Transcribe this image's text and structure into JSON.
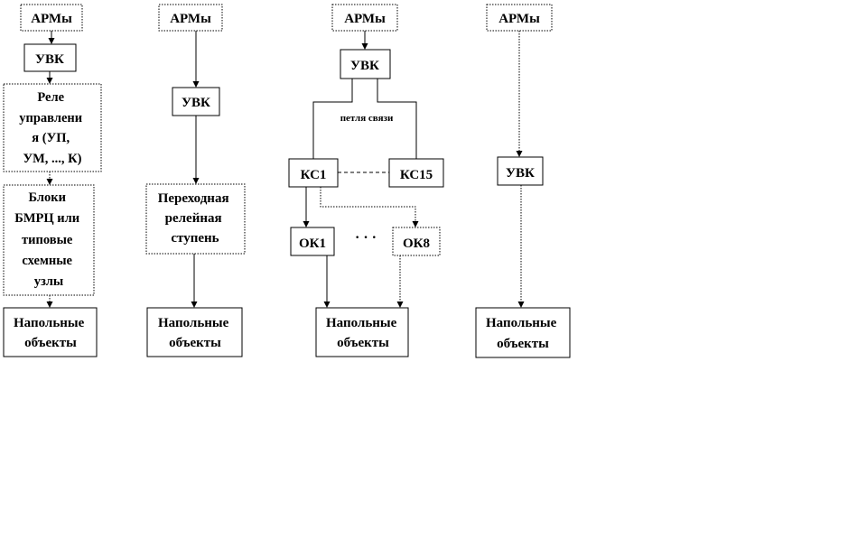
{
  "nodes": {
    "col1": {
      "arm": "АРМы",
      "uvk": "УВК",
      "relay": [
        "Реле",
        "управлени",
        "я (УП,",
        "УМ, ...,  К)"
      ],
      "blocks": [
        "Блоки",
        "БМРЦ или",
        "типовые",
        "схемные",
        "узлы"
      ],
      "floor": [
        "Напольные",
        "объекты"
      ]
    },
    "col2": {
      "arm": "АРМы",
      "uvk": "УВК",
      "transition": [
        "Переходная",
        "релейная",
        "ступень"
      ],
      "floor": [
        "Напольные",
        "объекты"
      ]
    },
    "col3": {
      "arm": "АРМы",
      "uvk": "УВК",
      "loop_label": "петля связи",
      "ks1": "КС1",
      "ks15": "КС15",
      "ok1": "ОК1",
      "ok8": "ОК8",
      "ellipsis": "· · ·",
      "floor": [
        "Напольные",
        "объекты"
      ]
    },
    "col4": {
      "arm": "АРМы",
      "uvk": "УВК",
      "floor": [
        "Напольные",
        "объекты"
      ]
    }
  }
}
